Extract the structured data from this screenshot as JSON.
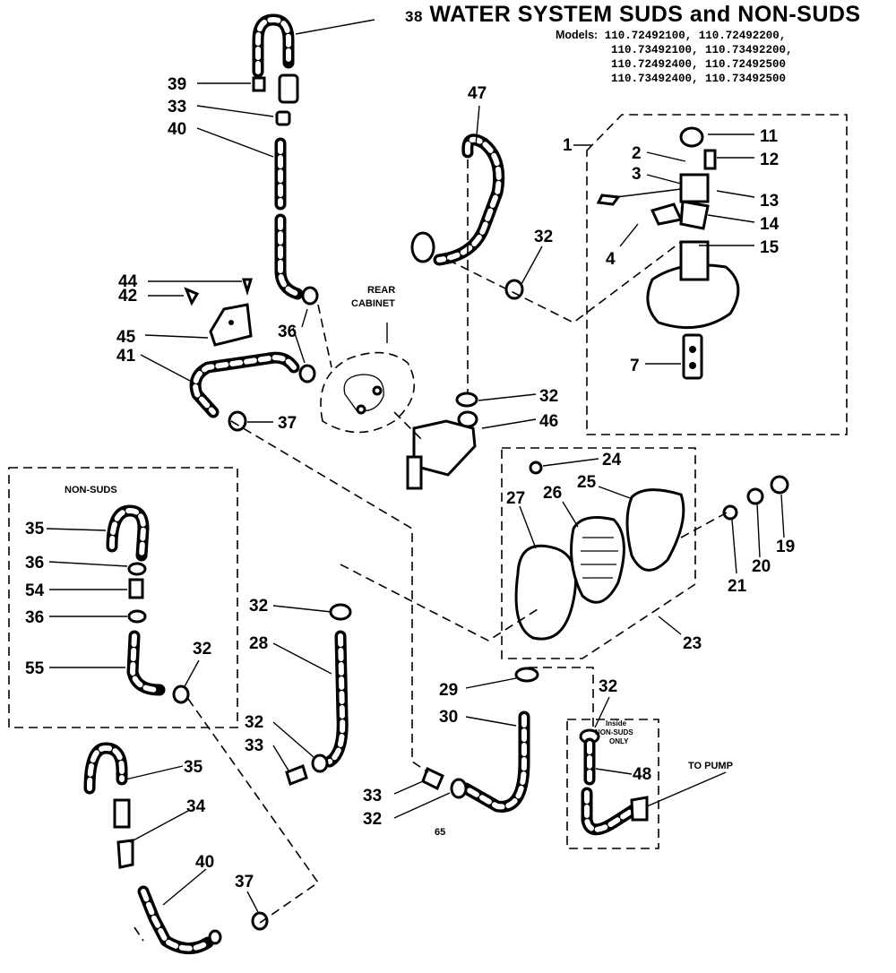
{
  "header": {
    "part_ref": "38",
    "title": "WATER SYSTEM SUDS and NON-SUDS",
    "models_label": "Models:",
    "models": [
      "110.72492100, 110.72492200,",
      "110.73492100, 110.73492200,",
      "110.72492400, 110.72492500",
      "110.73492400, 110.73492500"
    ]
  },
  "labels": {
    "rear_cabinet": [
      "REAR",
      "CABINET"
    ],
    "non_suds_box": "NON-SUDS",
    "inside_non_suds": [
      "Inside",
      "NON-SUDS",
      "ONLY"
    ],
    "to_pump": "TO PUMP",
    "page_code": "65"
  },
  "callouts": {
    "c1": "1",
    "c2": "2",
    "c3": "3",
    "c4": "4",
    "c7": "7",
    "c11": "11",
    "c12": "12",
    "c13": "13",
    "c14": "14",
    "c15": "15",
    "c19": "19",
    "c20": "20",
    "c21": "21",
    "c23": "23",
    "c24": "24",
    "c25": "25",
    "c26": "26",
    "c27": "27",
    "c28": "28",
    "c29": "29",
    "c30": "30",
    "c32_a": "32",
    "c32_b": "32",
    "c32_c": "32",
    "c32_d": "32",
    "c32_e": "32",
    "c32_f": "32",
    "c32_g": "32",
    "c33_a": "33",
    "c33_b": "33",
    "c33_c": "33",
    "c34": "34",
    "c35_a": "35",
    "c35_b": "35",
    "c36_a": "36",
    "c36_b": "36",
    "c36_c": "36",
    "c37_a": "37",
    "c37_b": "37",
    "c39": "39",
    "c40_a": "40",
    "c40_b": "40",
    "c41": "41",
    "c42": "42",
    "c44": "44",
    "c45": "45",
    "c46": "46",
    "c47": "47",
    "c48": "48",
    "c54": "54",
    "c55": "55"
  }
}
